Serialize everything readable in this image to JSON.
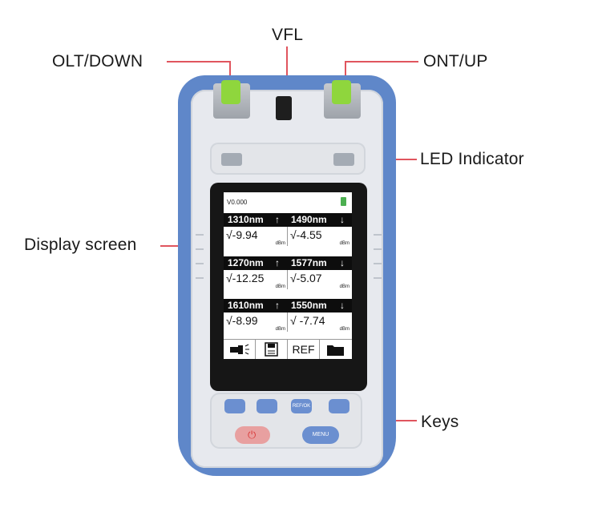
{
  "callouts": {
    "olt": "OLT/DOWN",
    "vfl": "VFL",
    "ont": "ONT/UP",
    "led": "LED Indicator",
    "display": "Display screen",
    "keys": "Keys"
  },
  "screen": {
    "version": "V0.000",
    "rows": [
      {
        "left_wl": "1310nm",
        "left_dir": "↑",
        "right_wl": "1490nm",
        "right_dir": "↓",
        "left_val": "√-9.94",
        "right_val": "√-4.55"
      },
      {
        "left_wl": "1270nm",
        "left_dir": "↑",
        "right_wl": "1577nm",
        "right_dir": "↓",
        "left_val": "√-12.25",
        "right_val": "√-5.07"
      },
      {
        "left_wl": "1610nm",
        "left_dir": "↑",
        "right_wl": "1550nm",
        "right_dir": "↓",
        "left_val": "√-8.99",
        "right_val": "√ -7.74"
      }
    ],
    "unit": "dBm",
    "icons": [
      "laser-icon",
      "save-icon",
      "ref",
      "folder-icon"
    ],
    "ref_label": "REF"
  },
  "keys": {
    "key1": "",
    "key2": "",
    "key3": "REF/OK",
    "key4": "",
    "power": "⏻",
    "menu": "MENU"
  },
  "colors": {
    "shell": "#5f87c9",
    "callout_line": "#e0555e",
    "port_cap": "#8fd63d",
    "battery": "#4caf50"
  }
}
